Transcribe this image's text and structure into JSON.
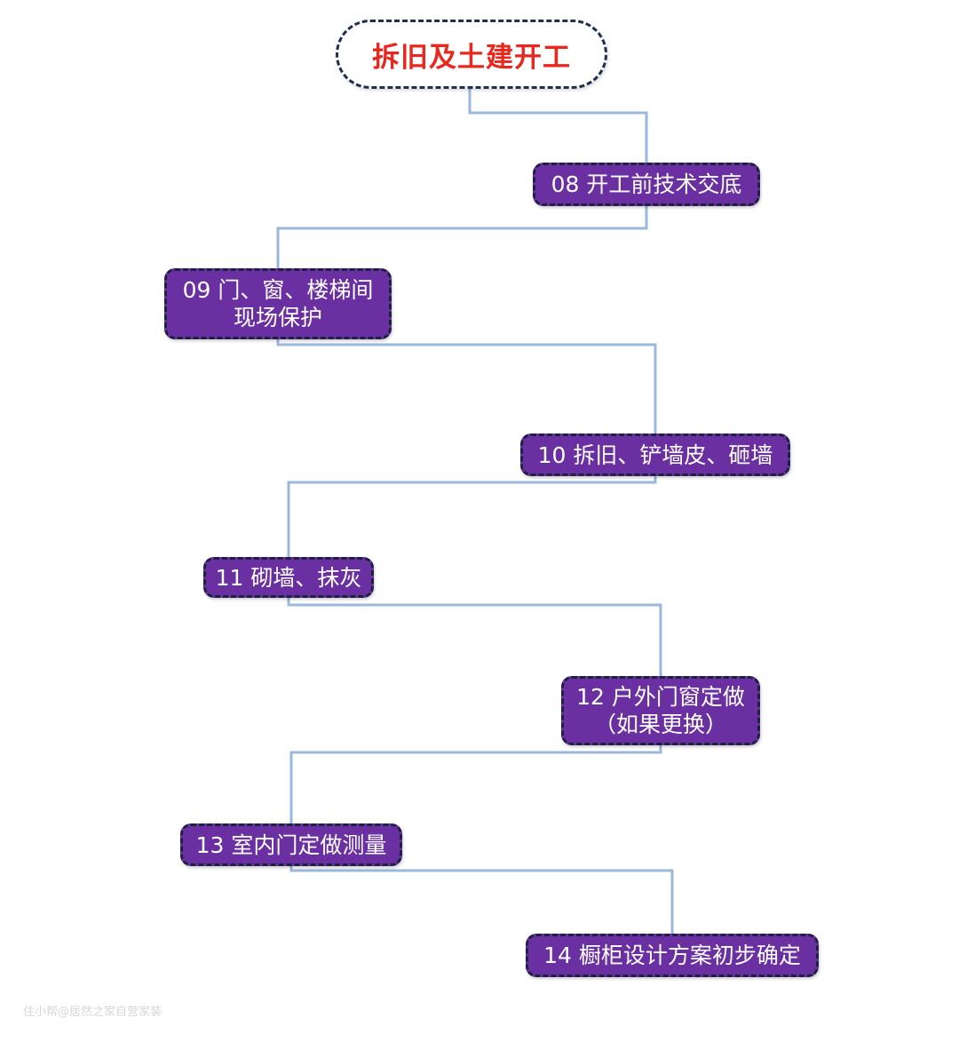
{
  "title": "拆旧及土建开工",
  "colors": {
    "title_text": "#e8281e",
    "step_fill": "#6a2fa0",
    "step_border": "#1a2240",
    "connector": "#9ab8dc"
  },
  "steps": [
    {
      "id": "08",
      "lines": [
        "08 开工前技术交底"
      ]
    },
    {
      "id": "09",
      "lines": [
        "09 门、窗、楼梯间",
        "现场保护"
      ]
    },
    {
      "id": "10",
      "lines": [
        "10 拆旧、铲墙皮、砸墙"
      ]
    },
    {
      "id": "11",
      "lines": [
        "11 砌墙、抹灰"
      ]
    },
    {
      "id": "12",
      "lines": [
        "12 户外门窗定做",
        "（如果更换）"
      ]
    },
    {
      "id": "13",
      "lines": [
        "13 室内门定做测量"
      ]
    },
    {
      "id": "14",
      "lines": [
        "14 橱柜设计方案初步确定"
      ]
    }
  ],
  "watermark": "住小帮@居然之家自营家装"
}
